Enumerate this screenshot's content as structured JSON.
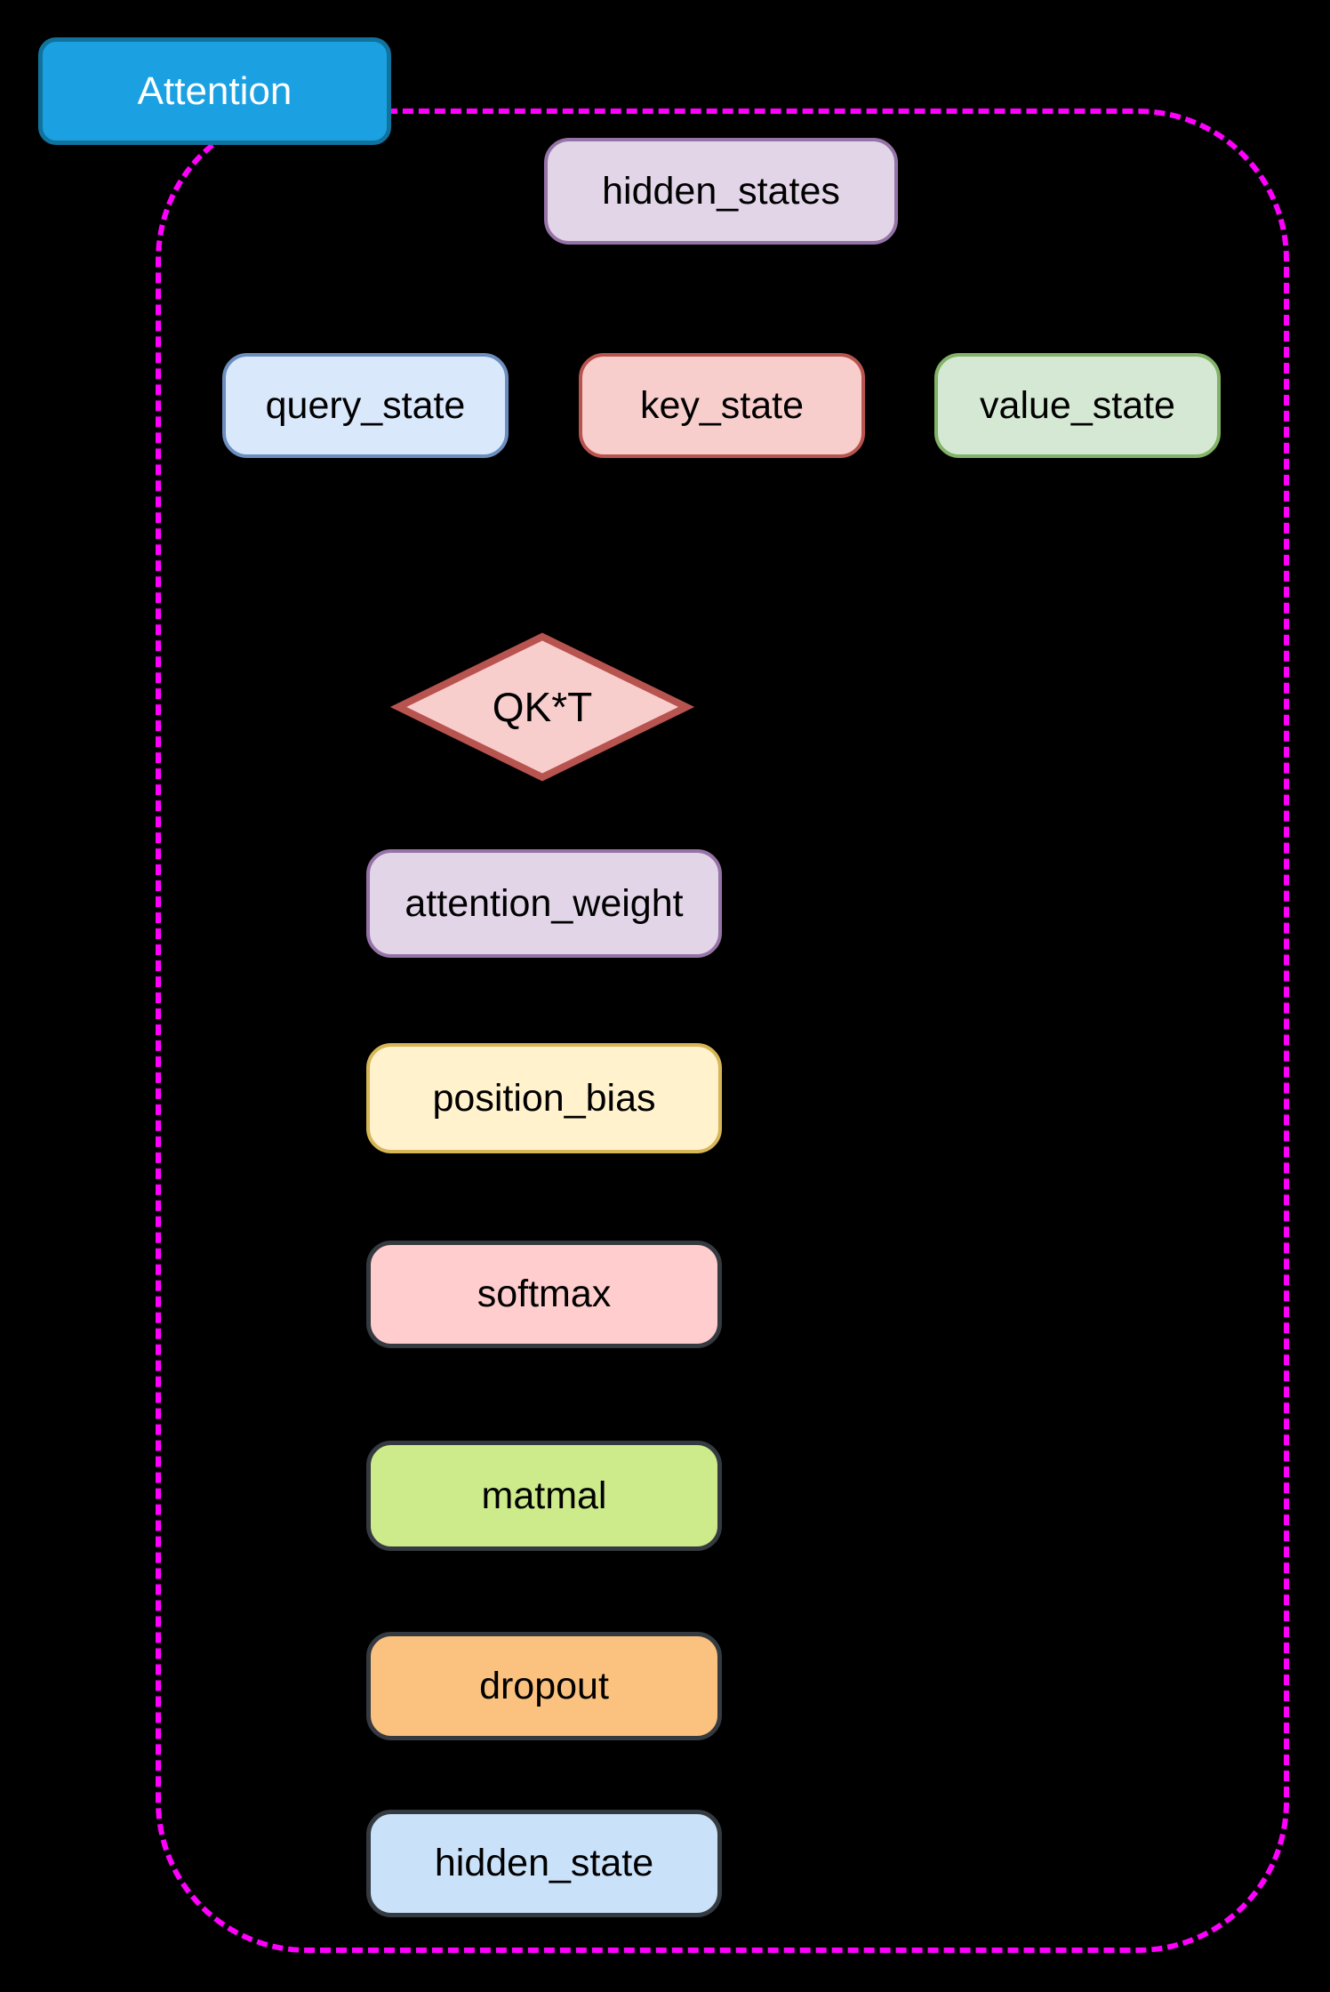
{
  "diagram": {
    "title": "Attention",
    "background_color": "#000000",
    "tab": {
      "label": "Attention",
      "fill": "#1BA1E2",
      "border": "#10739E",
      "text_color": "#FFFFFF"
    },
    "container": {
      "border_color": "#FF00FF",
      "border_style": "dashed"
    },
    "nodes": {
      "hidden_states": {
        "label": "hidden_states",
        "shape": "rounded-rect",
        "fill": "#E1D5E7",
        "border": "#9673A6"
      },
      "query_state": {
        "label": "query_state",
        "shape": "rounded-rect",
        "fill": "#DAE8FC",
        "border": "#6C8EBF"
      },
      "key_state": {
        "label": "key_state",
        "shape": "rounded-rect",
        "fill": "#F8CECC",
        "border": "#B85450"
      },
      "value_state": {
        "label": "value_state",
        "shape": "rounded-rect",
        "fill": "#D5E8D4",
        "border": "#82B366"
      },
      "qkt": {
        "label": "QK*T",
        "shape": "diamond",
        "fill": "#F8CECC",
        "border": "#B85450"
      },
      "attention_weight": {
        "label": "attention_weight",
        "shape": "rounded-rect",
        "fill": "#E1D5E7",
        "border": "#9673A6"
      },
      "position_bias": {
        "label": "position_bias",
        "shape": "rounded-rect",
        "fill": "#FFF2CC",
        "border": "#D6B656"
      },
      "softmax": {
        "label": "softmax",
        "shape": "rounded-rect",
        "fill": "#FFCDCD",
        "border": "#343A40"
      },
      "matmal": {
        "label": "matmal",
        "shape": "rounded-rect",
        "fill": "#CDEB8B",
        "border": "#343A40"
      },
      "dropout": {
        "label": "dropout",
        "shape": "rounded-rect",
        "fill": "#FAC27E",
        "border": "#343A40"
      },
      "hidden_state": {
        "label": "hidden_state",
        "shape": "rounded-rect",
        "fill": "#C9E2F9",
        "border": "#343A40"
      }
    }
  }
}
